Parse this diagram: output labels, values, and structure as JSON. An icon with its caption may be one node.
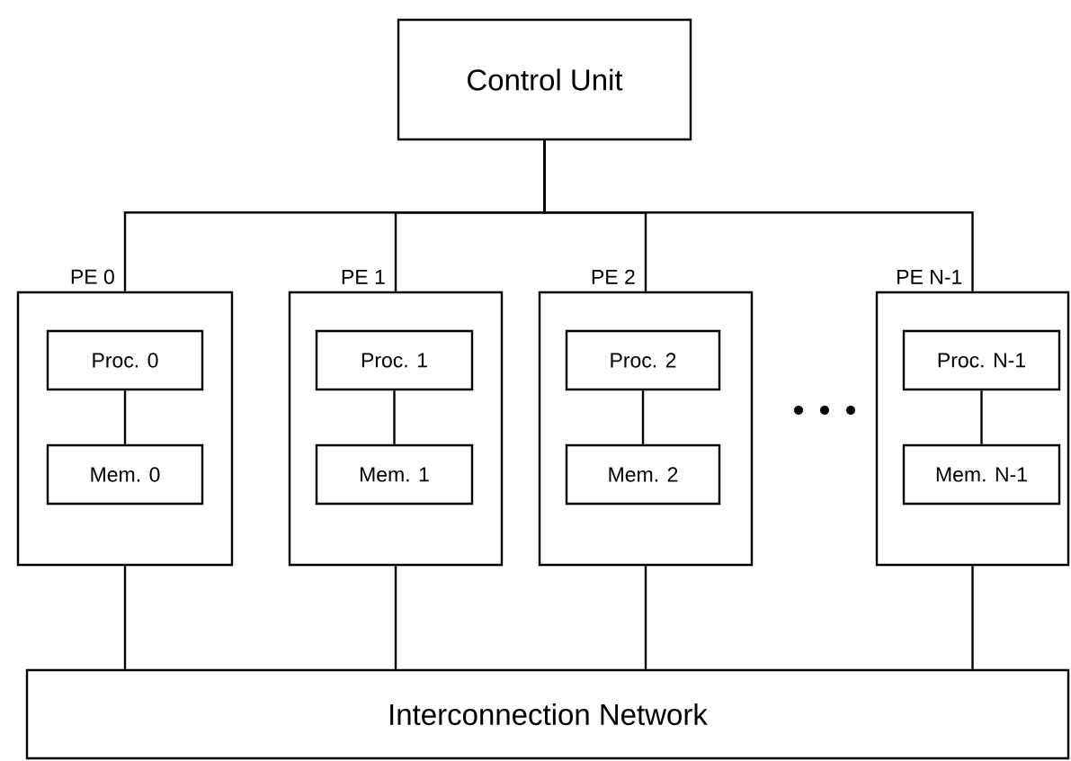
{
  "diagram": {
    "nodes": [
      {
        "text": [
          "Control Unit"
        ]
      },
      {
        "text": [
          "PE 0"
        ]
      },
      {
        "text": [
          "Proc. 0"
        ],
        "in": 1
      },
      {
        "text": [
          "Mem. 0"
        ],
        "in": 1
      },
      {
        "text": [
          "PE 1"
        ]
      },
      {
        "text": [
          "Proc. 1"
        ],
        "in": 4
      },
      {
        "text": [
          "Mem. 1"
        ],
        "in": 4
      },
      {
        "text": [
          "PE 2"
        ]
      },
      {
        "text": [
          "Proc. 2"
        ],
        "in": 7
      },
      {
        "text": [
          "Mem. 2"
        ],
        "in": 7
      },
      {
        "text": [
          "PE N-1"
        ]
      },
      {
        "text": [
          "Proc. N-1"
        ],
        "in": 10
      },
      {
        "text": [
          "Mem. N-1"
        ],
        "in": 10
      },
      {
        "text": [
          "Interconnection Network"
        ]
      }
    ],
    "edges": [
      {
        "from": 0,
        "to": 1,
        "arrow": "none"
      },
      {
        "from": 0,
        "to": 4,
        "arrow": "none"
      },
      {
        "from": 0,
        "to": 7,
        "arrow": "none"
      },
      {
        "from": 0,
        "to": 10,
        "arrow": "none"
      },
      {
        "from": 2,
        "to": 3,
        "arrow": "none"
      },
      {
        "from": 5,
        "to": 6,
        "arrow": "none"
      },
      {
        "from": 8,
        "to": 9,
        "arrow": "none"
      },
      {
        "from": 11,
        "to": 12,
        "arrow": "none"
      },
      {
        "from": 1,
        "to": 13,
        "arrow": "none"
      },
      {
        "from": 4,
        "to": 13,
        "arrow": "none"
      },
      {
        "from": 7,
        "to": 13,
        "arrow": "none"
      },
      {
        "from": 10,
        "to": 13,
        "arrow": "none"
      }
    ]
  }
}
